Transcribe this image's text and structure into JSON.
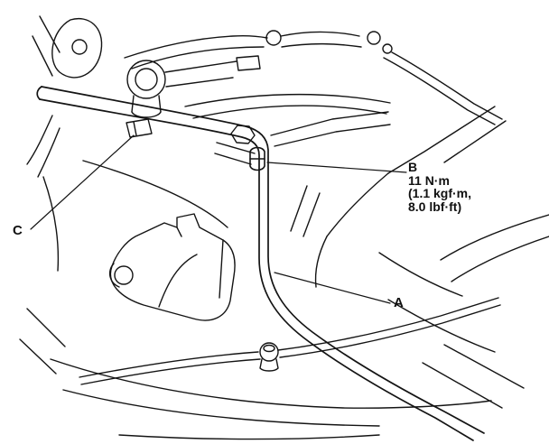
{
  "figure": {
    "background_color": "#ffffff",
    "line_color": "#141414"
  },
  "callouts": {
    "a": {
      "label": "A"
    },
    "b": {
      "label": "B"
    },
    "c": {
      "label": "C"
    }
  },
  "torque_spec": {
    "line1": "11 N·m",
    "line2": "(1.1 kgf·m,",
    "line3": "8.0 lbf·ft)"
  }
}
